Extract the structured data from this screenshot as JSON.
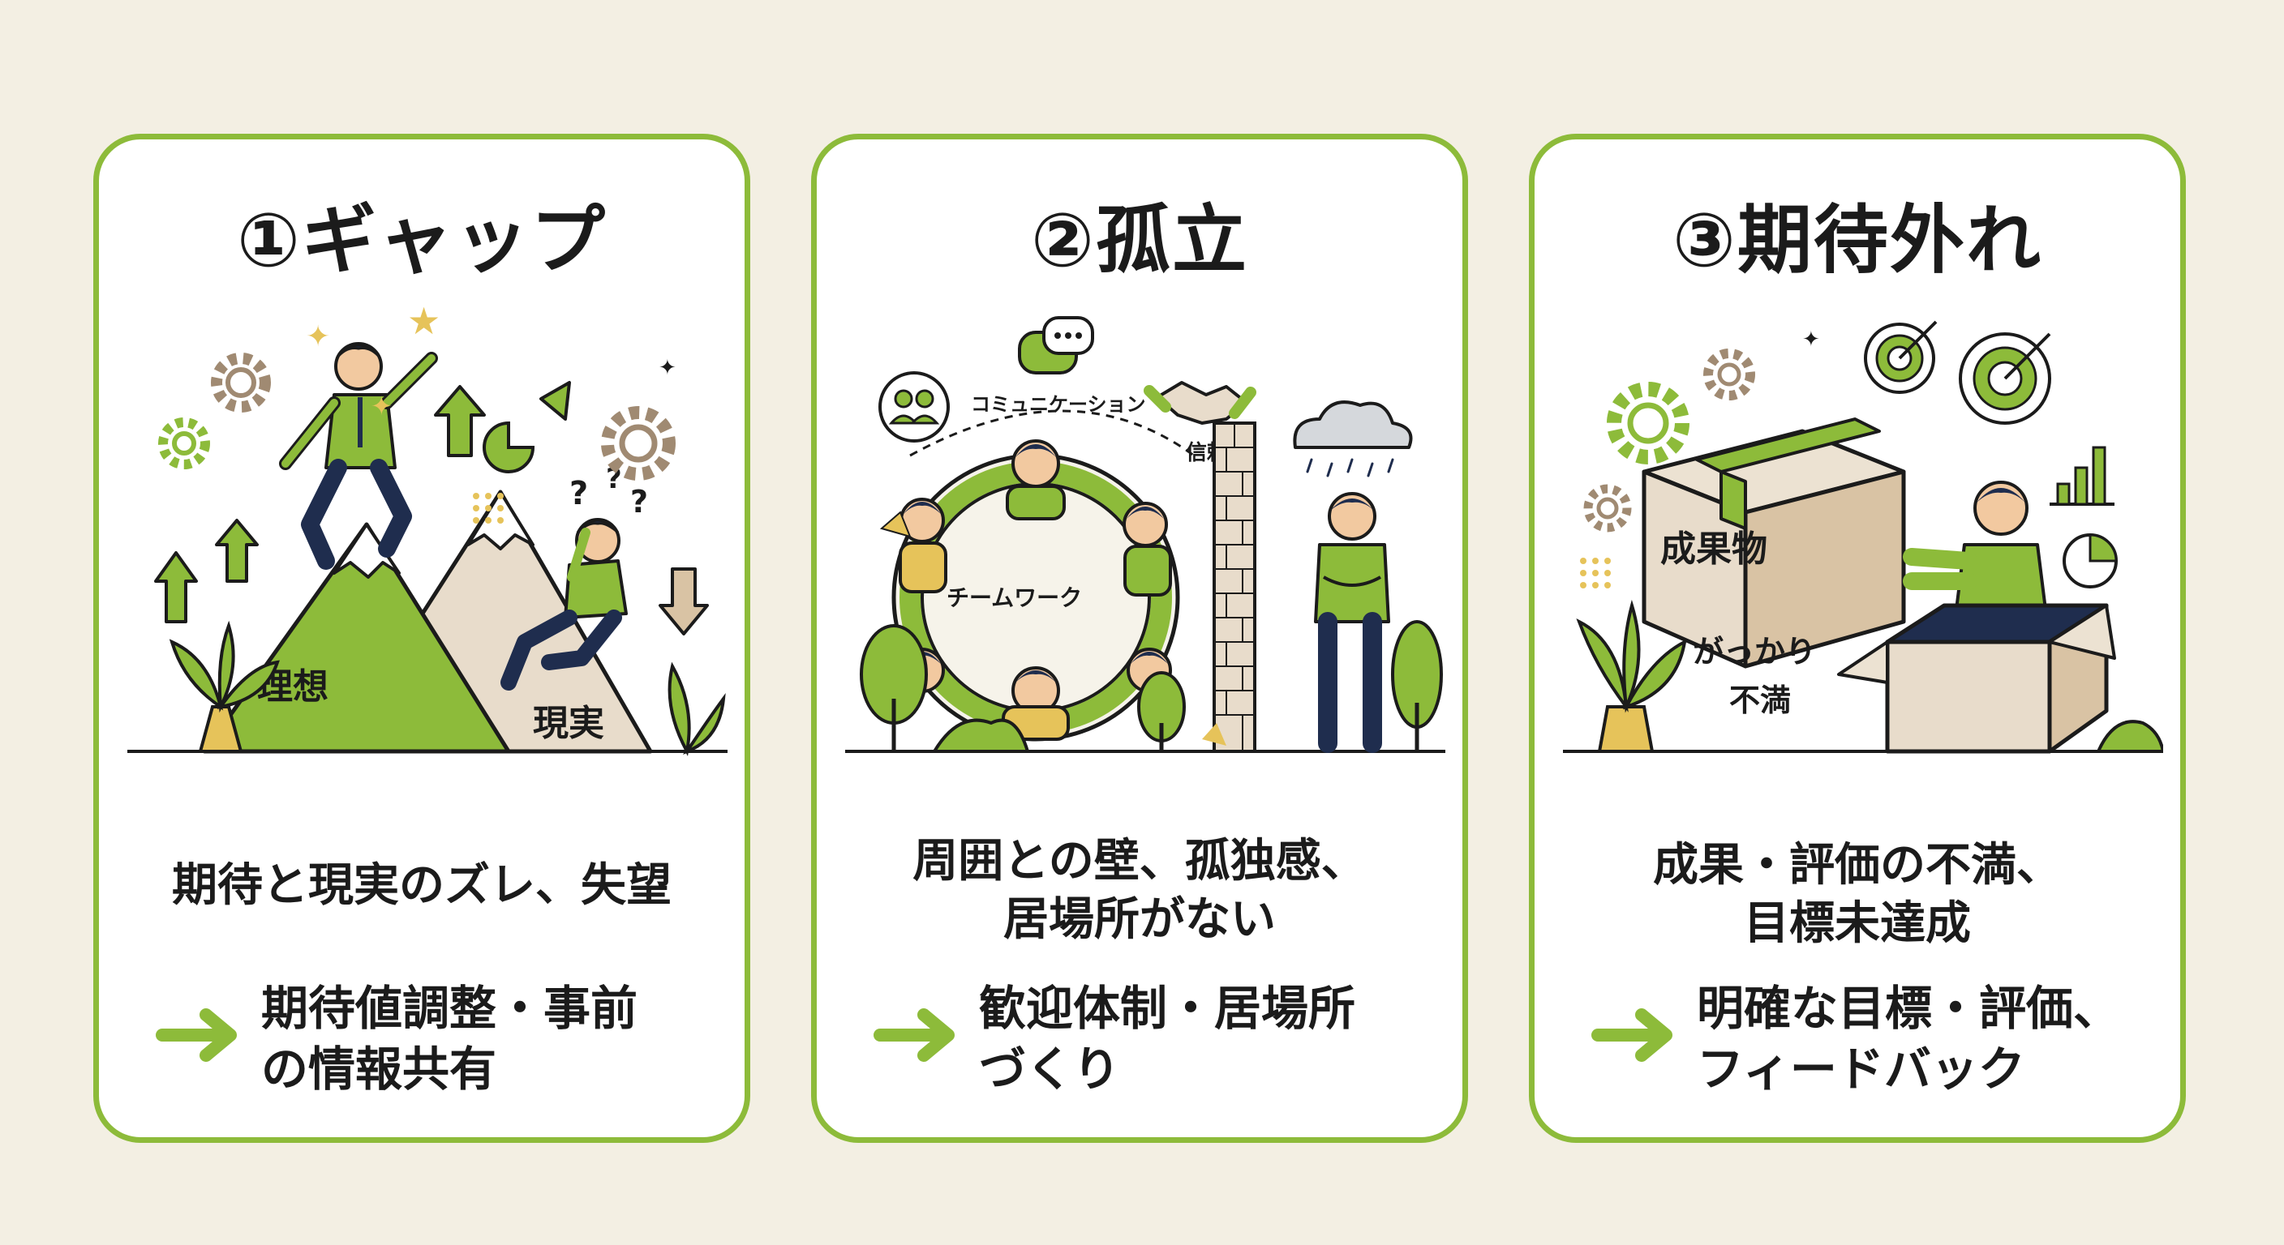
{
  "palette": {
    "background": "#f3efe3",
    "card_bg": "#ffffff",
    "border": "#8dbb3a",
    "accent_green": "#8dbb3a",
    "navy": "#1f2d4e",
    "beige": "#e8dccb",
    "tan": "#d9c3a4",
    "gold": "#e6c35a",
    "text": "#1b1b1b"
  },
  "cards": [
    {
      "title": "①ギャップ",
      "illustration": {
        "label_ideal": "理想",
        "label_reality": "現実",
        "icons": [
          "person-climbing-icon",
          "person-falling-icon",
          "mountain-icon",
          "gear-icon",
          "star-icon",
          "arrow-up-icon",
          "arrow-down-icon",
          "question-mark-icon",
          "plant-icon"
        ]
      },
      "problem_lines": [
        "期待と現実のズレ、失望"
      ],
      "solution_lines": [
        "期待値調整・事前",
        "の情報共有"
      ]
    },
    {
      "title": "②孤立",
      "illustration": {
        "label_communication": "コミュニケーション",
        "label_trust": "信頼",
        "label_teamwork": "チームワーク",
        "icons": [
          "team-circle-icon",
          "chat-bubble-icon",
          "handshake-icon",
          "group-icon",
          "brick-wall-icon",
          "rain-cloud-icon",
          "sad-person-icon",
          "tree-icon"
        ]
      },
      "problem_lines": [
        "周囲との壁、孤独感、",
        "居場所がない"
      ],
      "solution_lines": [
        "歓迎体制・居場所",
        "づくり"
      ]
    },
    {
      "title": "③期待外れ",
      "illustration": {
        "label_deliverable": "成果物",
        "label_disappointment_1": "がっかり",
        "label_disappointment_2": "不満",
        "icons": [
          "box-icon",
          "open-box-icon",
          "target-icon",
          "bar-chart-icon",
          "pie-chart-icon",
          "gear-icon",
          "person-icon",
          "plant-icon"
        ]
      },
      "problem_lines": [
        "成果・評価の不満、",
        "目標未達成"
      ],
      "solution_lines": [
        "明確な目標・評価、",
        "フィードバック"
      ]
    }
  ]
}
